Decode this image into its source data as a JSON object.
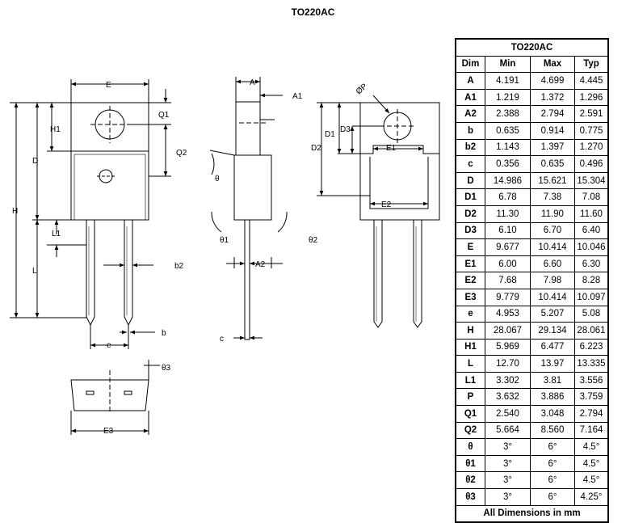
{
  "page_title": "TO220AC",
  "drawing_labels": {
    "E": "E",
    "Q1": "Q1",
    "H1": "H1",
    "D": "D",
    "Q2": "Q2",
    "H": "H",
    "L1": "L1",
    "L": "L",
    "b2": "b2",
    "b": "b",
    "e": "e",
    "A": "A",
    "A1": "A1",
    "theta": "θ",
    "theta1": "θ1",
    "theta2": "θ2",
    "A2": "A2",
    "c": "c",
    "P": "ØP",
    "D1": "D1",
    "D2": "D2",
    "D3": "D3",
    "E1": "E1",
    "E2": "E2",
    "theta3": "θ3",
    "E3": "E3"
  },
  "table": {
    "title": "TO220AC",
    "headers": [
      "Dim",
      "Min",
      "Max",
      "Typ"
    ],
    "rows": [
      [
        "A",
        "4.191",
        "4.699",
        "4.445"
      ],
      [
        "A1",
        "1.219",
        "1.372",
        "1.296"
      ],
      [
        "A2",
        "2.388",
        "2.794",
        "2.591"
      ],
      [
        "b",
        "0.635",
        "0.914",
        "0.775"
      ],
      [
        "b2",
        "1.143",
        "1.397",
        "1.270"
      ],
      [
        "c",
        "0.356",
        "0.635",
        "0.496"
      ],
      [
        "D",
        "14.986",
        "15.621",
        "15.304"
      ],
      [
        "D1",
        "6.78",
        "7.38",
        "7.08"
      ],
      [
        "D2",
        "11.30",
        "11.90",
        "11.60"
      ],
      [
        "D3",
        "6.10",
        "6.70",
        "6.40"
      ],
      [
        "E",
        "9.677",
        "10.414",
        "10.046"
      ],
      [
        "E1",
        "6.00",
        "6.60",
        "6.30"
      ],
      [
        "E2",
        "7.68",
        "7.98",
        "8.28"
      ],
      [
        "E3",
        "9.779",
        "10.414",
        "10.097"
      ],
      [
        "e",
        "4.953",
        "5.207",
        "5.08"
      ],
      [
        "H",
        "28.067",
        "29.134",
        "28.061"
      ],
      [
        "H1",
        "5.969",
        "6.477",
        "6.223"
      ],
      [
        "L",
        "12.70",
        "13.97",
        "13.335"
      ],
      [
        "L1",
        "3.302",
        "3.81",
        "3.556"
      ],
      [
        "P",
        "3.632",
        "3.886",
        "3.759"
      ],
      [
        "Q1",
        "2.540",
        "3.048",
        "2.794"
      ],
      [
        "Q2",
        "5.664",
        "8.560",
        "7.164"
      ],
      [
        "θ",
        "3°",
        "6°",
        "4.5°"
      ],
      [
        "θ1",
        "3°",
        "6°",
        "4.5°"
      ],
      [
        "θ2",
        "3°",
        "6°",
        "4.5°"
      ],
      [
        "θ3",
        "3°",
        "6°",
        "4.25°"
      ]
    ],
    "footer": "All Dimensions in mm"
  }
}
